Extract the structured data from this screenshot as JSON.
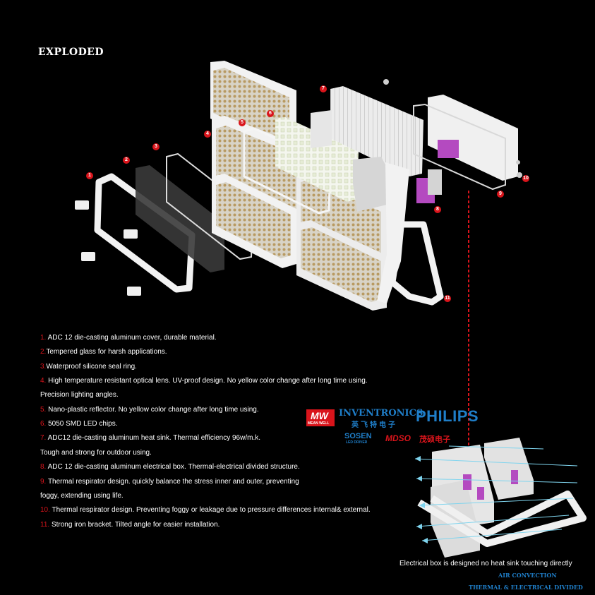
{
  "title": "EXPLODED",
  "markers": [
    "1",
    "2",
    "3",
    "4",
    "5",
    "6",
    "7",
    "8",
    "9",
    "10",
    "11"
  ],
  "items": [
    {
      "num": "1.",
      "text": " ADC 12 die-casting aluminum cover, durable material."
    },
    {
      "num": "2.",
      "text": "Tempered glass for harsh applications."
    },
    {
      "num": "3.",
      "text": "Waterproof silicone seal ring."
    },
    {
      "num": "4.",
      "text": " High temperature resistant optical lens. UV-proof design. No yellow color change after long time using."
    },
    {
      "num": "",
      "text": "Precision lighting angles."
    },
    {
      "num": "5.",
      "text": " Nano-plastic reflector. No yellow color change after long time using."
    },
    {
      "num": "6.",
      "text": " 5050 SMD LED chips."
    },
    {
      "num": "7.",
      "text": " ADC12 die-casting aluminum heat sink. Thermal efficiency 96w/m.k."
    },
    {
      "num": "",
      "text": "Tough and strong for outdoor using."
    },
    {
      "num": "8.",
      "text": " ADC 12 die-casting aluminum electrical box. Thermal-electrical divided structure."
    },
    {
      "num": "9.",
      "text": " Thermal respirator design. quickly balance the stress inner and outer, preventing"
    },
    {
      "num": "",
      "text": "foggy, extending using life."
    },
    {
      "num": "10.",
      "text": " Thermal respirator design. Preventing foggy or leakage due to pressure differences internal& external."
    },
    {
      "num": "11.",
      "text": " Strong iron bracket. Tilted angle for easier installation."
    }
  ],
  "brands": {
    "meanwell_logo": "MW",
    "meanwell_sub": "MEAN WELL",
    "inventronics": "INVENTRONICS",
    "inventronics_cn": "英飞特电子",
    "philips": "PHILIPS",
    "sosen": "SOSEN",
    "sosen_sub": "LED DRIVER",
    "mdso": "MDSO",
    "mdso_cn": "茂硕电子"
  },
  "footer": {
    "line1": "Electrical box is designed no heat sink touching directly",
    "line2": "AIR CONVECTION",
    "line3": "THERMAL & ELECTRICAL DIVIDED"
  },
  "colors": {
    "accent_red": "#d9141b",
    "brand_blue": "#1f7ec8",
    "background": "#000000"
  }
}
